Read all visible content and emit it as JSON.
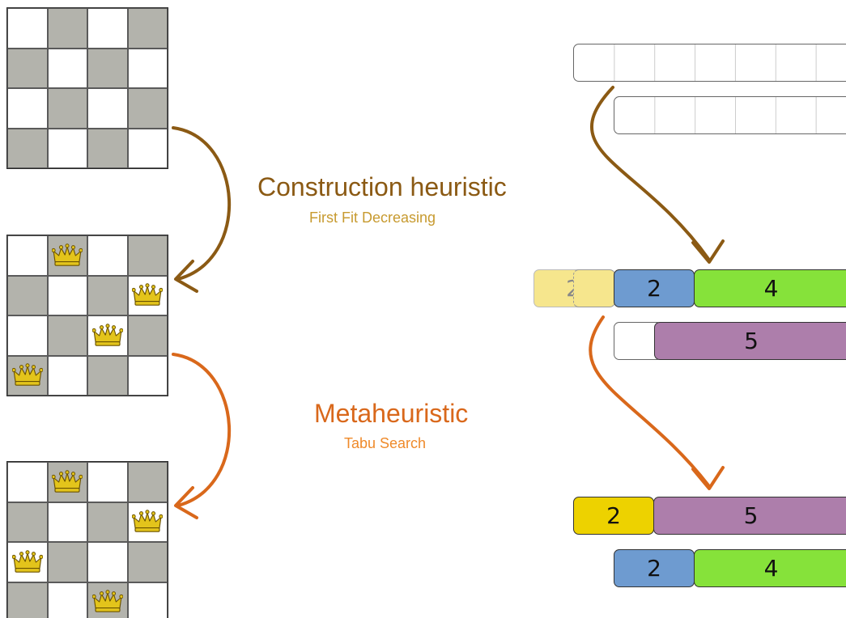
{
  "phases": [
    {
      "title": "Construction heuristic",
      "subtitle": "First Fit Decreasing",
      "color": "#8b5a14",
      "subcolor": "#c79a2f"
    },
    {
      "title": "Metaheuristic",
      "subtitle": "Tabu Search",
      "color": "#d9681b",
      "subcolor": "#ef8a2a"
    }
  ],
  "boards": [
    {
      "queens": []
    },
    {
      "queens": [
        [
          0,
          1
        ],
        [
          1,
          3
        ],
        [
          2,
          2
        ],
        [
          3,
          0
        ]
      ]
    },
    {
      "queens": [
        [
          0,
          1
        ],
        [
          1,
          3
        ],
        [
          2,
          0
        ],
        [
          3,
          2
        ]
      ]
    }
  ],
  "colors": {
    "dark_square": "#b3b3ac",
    "queen_gold": "#e3c41b",
    "yellow_faded": "#f6e68d",
    "yellow": "#edd200",
    "blue": "#6e9bd0",
    "green": "#86e23a",
    "purple": "#ad7eab",
    "white": "#ffffff"
  },
  "blocks": {
    "stage2_row1": {
      "ghost": "2",
      "a": "2",
      "b": "4"
    },
    "stage2_row2": {
      "b": "5"
    },
    "stage3_row1": {
      "a": "2",
      "b": "5"
    },
    "stage3_row2": {
      "a": "2",
      "b": "4"
    }
  }
}
